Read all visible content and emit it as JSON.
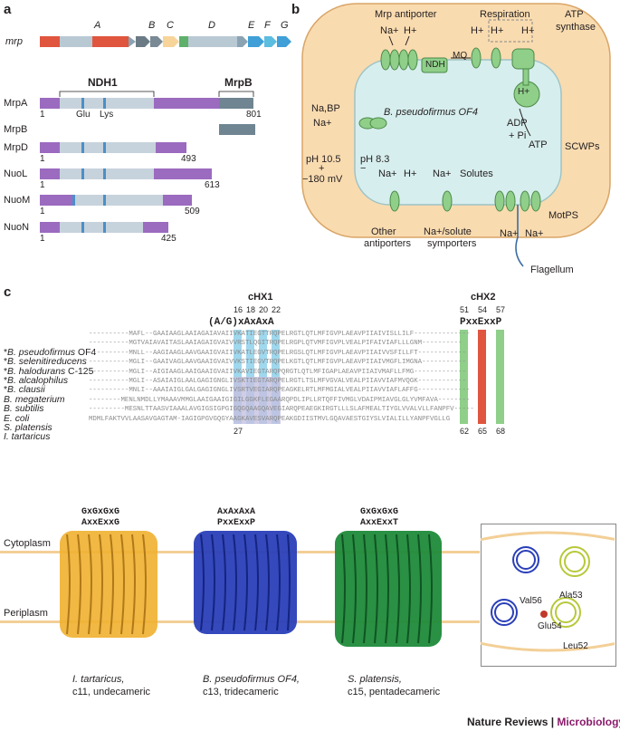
{
  "panel_a": {
    "label": "a",
    "operon_name": "mrp",
    "gene_letters": [
      "A",
      "B",
      "C",
      "D",
      "E",
      "F",
      "G"
    ],
    "domain_labels": {
      "ndh1": "NDH1",
      "mrpb": "MrpB"
    },
    "proteins": [
      {
        "name": "MrpA",
        "start": "1",
        "end": "801",
        "markers": [
          "Glu",
          "Lys"
        ]
      },
      {
        "name": "MrpB",
        "start": "",
        "end": ""
      },
      {
        "name": "MrpD",
        "start": "1",
        "end": "493"
      },
      {
        "name": "NuoL",
        "start": "1",
        "end": "613"
      },
      {
        "name": "NuoM",
        "start": "1",
        "end": "509"
      },
      {
        "name": "NuoN",
        "start": "1",
        "end": "425"
      }
    ]
  },
  "panel_b": {
    "label": "b",
    "labels": {
      "mrp_antiporter": "Mrp antiporter",
      "respiration": "Respiration",
      "atp_synthase_1": "ATP",
      "atp_synthase_2": "synthase",
      "ndh": "NDH",
      "mq": "MQ",
      "na_bp": "Na,BP",
      "organism": "B. pseudofirmus OF4",
      "adp": "ADP",
      "pi": "+ Pi",
      "atp": "ATP",
      "scwps": "SCWPs",
      "ph_out": "pH 10.5",
      "ph_in": "pH 8.3",
      "potential": "−180 mV",
      "plus": "+",
      "minus": "−",
      "solutes": "Solutes",
      "other_antiporters_1": "Other",
      "other_antiporters_2": "antiporters",
      "symporters_1": "Na+/solute",
      "symporters_2": "symporters",
      "motps": "MotPS",
      "flagellum": "Flagellum",
      "na": "Na+",
      "h": "H+"
    }
  },
  "panel_c": {
    "label": "c",
    "motif1_title": "cHX1",
    "motif1_consensus": "(A/G)xAxAxA",
    "motif1_numbers_top": [
      "16",
      "18",
      "20",
      "22"
    ],
    "motif1_number_bottom": "27",
    "motif2_title": "cHX2",
    "motif2_consensus": "PxxExxP",
    "motif2_numbers_top": [
      "51",
      "54",
      "57"
    ],
    "motif2_numbers_bottom": [
      "62",
      "65",
      "68"
    ],
    "sequences": [
      {
        "star": "*",
        "genus": "B. pseudofirmus",
        "suffix": " OF4",
        "seq": "----------MAFL--GAAIAAGLAAIAGAIAVAIIVKATIEGTTRQPELRGTLQTLMFIGVPLAEAVPIIAIVISLLILF--------------"
      },
      {
        "star": "*",
        "genus": "B. selenitireducens",
        "suffix": "",
        "seq": "----------MGTVAIAVAITASLAAIAGAIGVAIVVRSTLQGITRQPELRGPLQTVMFIGVPLVEALPIFAIVIAFLLLGNM----------"
      },
      {
        "star": "*",
        "genus": "B. halodurans",
        "suffix": " C-125",
        "seq": "----------MNLL--AAGIAAGLAAVGAAIGVAIIVKATLEGVTRQPELRGSLQTLMFIGVPLAEAVPIIAIVVSFILLFT------------"
      },
      {
        "star": "*",
        "genus": "B. alcalophilus",
        "suffix": "",
        "seq": "----------MGLI--GAAIVAGLAAVGAAIGVAIVVKSTIEGVTRQPELKGTLQTLMFIGVPLAEAVPIIAIVMGFLIMGNA-----------"
      },
      {
        "star": "*",
        "genus": "B. clausii",
        "suffix": "",
        "seq": "----------MGLI--AIGIAAGLAAIGAAIGVAIIVKAVIEGTARQPQRGTLQTLMFIGAPLAEAVPIIAIVMAFLLFMG-------------"
      },
      {
        "star": "",
        "genus": "B. megaterium",
        "suffix": "",
        "seq": "----------MGLI--ASAIAIGLAALGAGIGNGLIVSKTIEGTARQPELRGTLTSLMFVGVALVEALPIIAVVIAFMVQGK------------"
      },
      {
        "star": "",
        "genus": "B. subtilis",
        "suffix": "",
        "seq": "----------MNLI--AAAIAIGLGALGAGIGNGLIVSRTVEGIARQPEAGKELRTLMFMGIALVEALPIIAVVIAFLAFFG-------------"
      },
      {
        "star": "",
        "genus": "E. coli",
        "suffix": "",
        "seq": "--------MENLNMDLLYMAAAVMMGLAAIGAAIGIGILGGKFLEGAARQPDLIPLLRTQFFIVMGLVDAIPMIAVGLGLYVMFAVA--------"
      },
      {
        "star": "",
        "genus": "S. platensis",
        "suffix": "",
        "seq": "---------MESNLTTAASVIAAALAVGIGSIGPGIGQGQAAGQAVEGIARQPEAEGKIRGTLLLSLAFMEALTIYGLVVALVLLFANPFV-----"
      },
      {
        "star": "",
        "genus": "I. tartaricus",
        "suffix": "",
        "seq": "MDMLFAKTVVLAASAVGAGTAM-IAGIGPGVGQGYAAGKAVESVARQPEAKGDIISTMVLGQAVAESTGIYSLVIALILLYANPFVGLLG"
      }
    ]
  },
  "panel_structures": [
    {
      "motif1": "GxGxGxG",
      "motif2": "AxxExxG",
      "species": "I. tartaricus,",
      "ring": "c11, undecameric",
      "color": "#f0b030"
    },
    {
      "motif1": "AxAxAxA",
      "motif2": "PxxExxP",
      "species": "B. pseudofirmus OF4,",
      "ring": "c13, tridecameric",
      "color": "#2a3fb8"
    },
    {
      "motif1": "GxGxGxG",
      "motif2": "AxxExxT",
      "species": "S. platensis,",
      "ring": "c15, pentadecameric",
      "color": "#1f8a3a"
    }
  ],
  "membrane_labels": {
    "cytoplasm": "Cytoplasm",
    "periplasm": "Periplasm"
  },
  "inset_labels": {
    "ala53": "Ala53",
    "val56": "Val56",
    "glu54": "Glu54",
    "leu52": "Leu52"
  },
  "footer": {
    "journal": "Nature Reviews",
    "separator": "|",
    "subject": "Microbiology"
  }
}
